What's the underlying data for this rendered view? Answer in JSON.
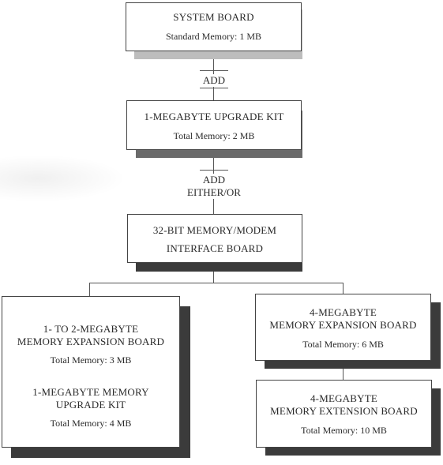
{
  "colors": {
    "shadow_light": "#bdbdbd",
    "shadow_dark": "#3b3b3b",
    "border": "#444444",
    "text": "#2a2a2a"
  },
  "nodes": {
    "system_board": {
      "title": "SYSTEM BOARD",
      "detail": "Standard Memory: 1 MB"
    },
    "upgrade_kit_1mb": {
      "title": "1-MEGABYTE UPGRADE KIT",
      "detail": "Total Memory: 2 MB"
    },
    "interface_board": {
      "line1": "32-BIT MEMORY/MODEM",
      "line2": "INTERFACE BOARD"
    },
    "left_option": {
      "title1": "1- TO 2-MEGABYTE",
      "title2": "MEMORY EXPANSION BOARD",
      "detail1": "Total Memory: 3 MB",
      "title3": "1-MEGABYTE MEMORY",
      "title4": "UPGRADE KIT",
      "detail2": "Total Memory: 4 MB"
    },
    "expansion_4mb": {
      "title1": "4-MEGABYTE",
      "title2": "MEMORY EXPANSION BOARD",
      "detail": "Total Memory: 6 MB"
    },
    "extension_4mb": {
      "title1": "4-MEGABYTE",
      "title2": "MEMORY EXTENSION BOARD",
      "detail": "Total Memory: 10 MB"
    }
  },
  "connectors": {
    "add_1": "ADD",
    "add_2": "ADD",
    "either_or": "EITHER/OR"
  }
}
